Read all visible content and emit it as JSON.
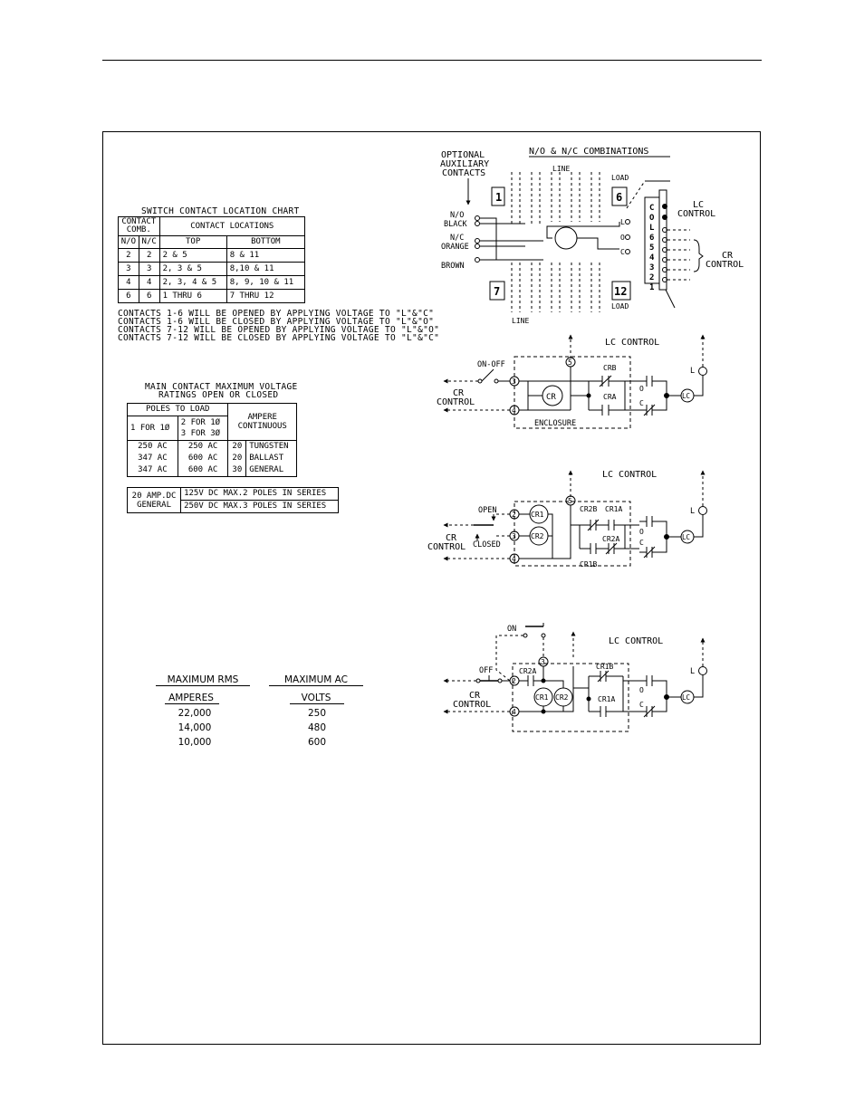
{
  "switch_chart": {
    "title": "SWITCH CONTACT LOCATION CHART",
    "hdr_contact": "CONTACT",
    "hdr_comb": "COMB.",
    "hdr_locations": "CONTACT LOCATIONS",
    "hdr_no": "N/O",
    "hdr_nc": "N/C",
    "hdr_top": "TOP",
    "hdr_bottom": "BOTTOM",
    "rows": [
      {
        "no": "2",
        "nc": "2",
        "top": "2 & 5",
        "bottom": "8 & 11"
      },
      {
        "no": "3",
        "nc": "3",
        "top": "2, 3 & 5",
        "bottom": "8,10 & 11"
      },
      {
        "no": "4",
        "nc": "4",
        "top": "2, 3, 4 & 5",
        "bottom": "8, 9, 10 & 11"
      },
      {
        "no": "6",
        "nc": "6",
        "top": "1 THRU 6",
        "bottom": "7 THRU 12"
      }
    ]
  },
  "notes": [
    "CONTACTS 1-6 WILL BE OPENED BY APPLYING VOLTAGE TO \"L\"&\"C\"",
    "CONTACTS 1-6 WILL BE CLOSED BY APPLYING VOLTAGE TO \"L\"&\"O\"",
    "CONTACTS 7-12 WILL BE OPENED BY APPLYING VOLTAGE TO \"L\"&\"O\"",
    "CONTACTS 7-12 WILL BE CLOSED BY APPLYING VOLTAGE TO \"L\"&\"C\""
  ],
  "voltage_chart": {
    "title1": "MAIN CONTACT MAXIMUM VOLTAGE",
    "title2": "RATINGS OPEN OR CLOSED",
    "hdr_poles": "POLES TO LOAD",
    "hdr_1for1": "1 FOR 1Ø",
    "hdr_2for1": "2 FOR 1Ø",
    "hdr_3for3": "3 FOR 3Ø",
    "hdr_ampere": "AMPERE",
    "hdr_continuous": "CONTINUOUS",
    "rows": [
      {
        "v1": "250 AC",
        "v2": "250 AC",
        "amp": "20",
        "type": "TUNGSTEN"
      },
      {
        "v1": "347 AC",
        "v2": "600 AC",
        "amp": "20",
        "type": "BALLAST"
      },
      {
        "v1": "347 AC",
        "v2": "600 AC",
        "amp": "30",
        "type": "GENERAL"
      }
    ]
  },
  "dc_chart": {
    "label1": "20 AMP.DC",
    "label2": "GENERAL",
    "row1": "125V DC MAX.2 POLES IN SERIES",
    "row2": "250V DC MAX.3 POLES IN SERIES"
  },
  "rms_table": {
    "hdr_left": "MAXIMUM RMS",
    "hdr_right": "MAXIMUM AC",
    "sub_left": "AMPERES",
    "sub_right": "VOLTS",
    "rows": [
      {
        "amps": "22,000",
        "volts": "250"
      },
      {
        "amps": "14,000",
        "volts": "480"
      },
      {
        "amps": "10,000",
        "volts": "600"
      }
    ]
  },
  "diagram_nonc": {
    "title": "N/O & N/C COMBINATIONS",
    "optional1": "OPTIONAL",
    "optional2": "AUXILIARY",
    "optional3": "CONTACTS",
    "line_top": "LINE",
    "line_bottom": "LINE",
    "load_top": "LOAD",
    "load_bottom": "LOAD",
    "num1": "1",
    "num6": "6",
    "num7": "7",
    "num12": "12",
    "no": "N/O",
    "nc": "N/C",
    "black": "BLACK",
    "orange": "ORANGE",
    "brown": "BROWN",
    "lc1": "LC",
    "lc2": "CONTROL",
    "cr1": "CR",
    "cr2": "CONTROL",
    "term_labels": [
      "C",
      "O",
      "L",
      "6",
      "5",
      "4",
      "3",
      "2",
      "1"
    ],
    "l": "L",
    "o": "O",
    "c": "C"
  },
  "diagram_a": {
    "lc_control": "LC CONTROL",
    "onoff": "ON-OFF",
    "cr1": "CR",
    "cr2": "CONTROL",
    "coil": "CR",
    "crb": "CRB",
    "cra": "CRA",
    "enclosure": "ENCLOSURE",
    "t3": "3",
    "t4": "4",
    "t5": "5",
    "o": "O",
    "c": "C",
    "lc": "LC",
    "l": "L"
  },
  "diagram_b": {
    "lc_control": "LC CONTROL",
    "open": "OPEN",
    "closed": "CLOSED",
    "cr1": "CR",
    "cr2": "CONTROL",
    "coil1": "CR1",
    "coil2": "CR2",
    "cr2b": "CR2B",
    "cr1a": "CR1A",
    "cr2a": "CR2A",
    "cr1b": "CR1B",
    "t2": "2",
    "t3": "3",
    "t4": "4",
    "t5": "5",
    "o": "O",
    "c": "C",
    "lc": "LC",
    "l": "L"
  },
  "diagram_c": {
    "lc_control": "LC CONTROL",
    "on": "ON",
    "off": "OFF",
    "cr1": "CR",
    "cr2": "CONTROL",
    "cr2a": "CR2A",
    "coil1": "CR1",
    "coil2": "CR2",
    "cr1b": "CR1B",
    "cr1a": "CR1A",
    "t2": "2",
    "t3": "3",
    "t4": "4",
    "o": "O",
    "c": "C",
    "lc": "LC",
    "l": "L"
  }
}
